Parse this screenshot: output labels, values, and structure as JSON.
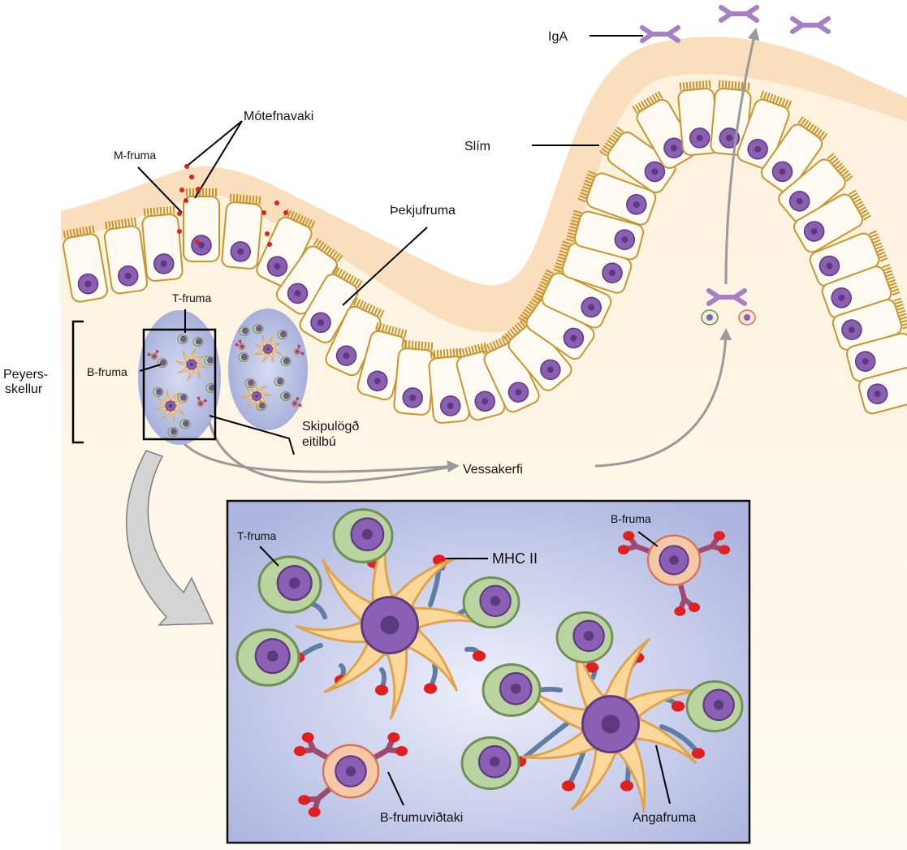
{
  "labels": {
    "iga": "IgA",
    "mucus": "Slím",
    "antigen": "Mótefnavaki",
    "m_cell": "M-fruma",
    "epithelial_cell": "Þekjufruma",
    "t_cell": "T-fruma",
    "b_cell": "B-fruma",
    "peyers_patch_line1": "Peyers-",
    "peyers_patch_line2": "skellur",
    "follicle_line1": "Skipulögð",
    "follicle_line2": "eitilbú",
    "lymphatics": "Vessakerfi",
    "inset_t_cell": "T-fruma",
    "inset_b_cell": "B-fruma",
    "mhc": "MHC II",
    "b_cell_receptor": "B-frumuviðtaki",
    "dendritic_cell": "Angafruma"
  },
  "colors": {
    "lamina": "#fdf0d8",
    "mucus": "#f9e0bf",
    "cell_fill": "#fffaf2",
    "cell_stroke": "#c9962e",
    "nucleus": "#8b5fb3",
    "nucleus_dark": "#5b3a7e",
    "iga": "#a77fc4",
    "antigen": "#e02020",
    "follicle": "#a7b1dd",
    "inset_bg": "#c4cbe8",
    "t_cell": "#b9d49f",
    "t_cell_stroke": "#6f8f55",
    "b_cell": "#f7c8a8",
    "b_cell_stroke": "#d9734e",
    "receptor": "#9e4a6e",
    "dendritic": "#fcd79a",
    "dendritic_stroke": "#e0a24a",
    "arrow": "#9a9a9a"
  }
}
